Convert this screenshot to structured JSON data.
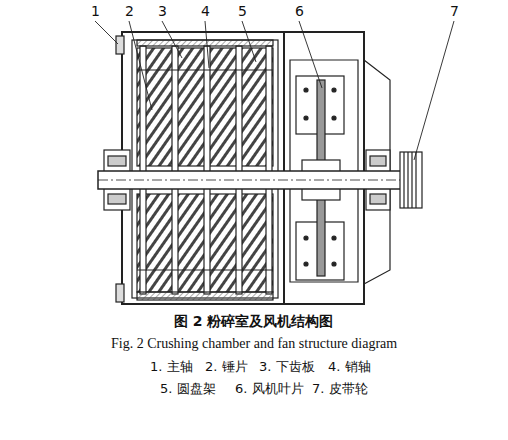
{
  "diagram": {
    "caption": "图 2 粉碎室及风机结构图",
    "labels": [
      "1",
      "2",
      "3",
      "4",
      "5",
      "6",
      "7",
      "Fig. 2 Crushing chamber and fan structure diagram",
      "1. 主轴",
      "2. 锤片",
      "3. 下齿板",
      "4. 销轴",
      "5. 圆盘架",
      "6. 风机叶片",
      "7. 皮带轮"
    ]
  }
}
